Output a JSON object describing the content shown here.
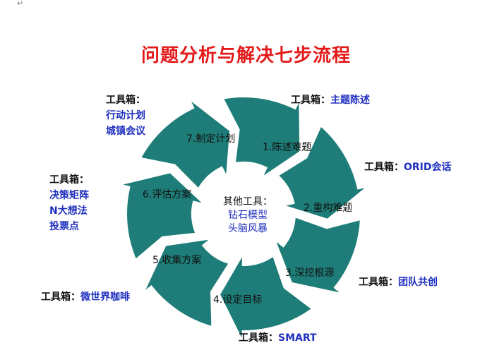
{
  "corner_mark": "↵",
  "title": "问题分析与解决七步流程",
  "center": {
    "title": "其他工具：",
    "items": [
      "钻石模型",
      "头脑风暴"
    ]
  },
  "steps": [
    {
      "label": "1.陈述难题"
    },
    {
      "label": "2.重构难题"
    },
    {
      "label": "3.深挖根源"
    },
    {
      "label": "4.设定目标"
    },
    {
      "label": "5.收集方案"
    },
    {
      "label": "6.评估方案"
    },
    {
      "label": "7.制定计划"
    }
  ],
  "toolboxes": {
    "step1": {
      "label": "工具箱：",
      "items": [
        "主题陈述"
      ]
    },
    "step2": {
      "label": "工具箱：",
      "items": [
        "ORID会话"
      ]
    },
    "step3": {
      "label": "工具箱：",
      "items": [
        "团队共创"
      ]
    },
    "step4": {
      "label": "工具箱：",
      "items": [
        "SMART"
      ]
    },
    "step5": {
      "label": "工具箱：",
      "items": [
        "微世界咖啡"
      ]
    },
    "step6": {
      "label": "工具箱：",
      "items": [
        "决策矩阵",
        "N大想法",
        "投票点"
      ]
    },
    "step7": {
      "label": "工具箱：",
      "items": [
        "行动计划",
        "城镇会议"
      ]
    }
  },
  "colors": {
    "title": "#e41a1a",
    "segment_fill": "#1e7d78",
    "segment_stroke": "#ffffff",
    "tool_label": "#111111",
    "tool_item": "#1f2fbf"
  }
}
